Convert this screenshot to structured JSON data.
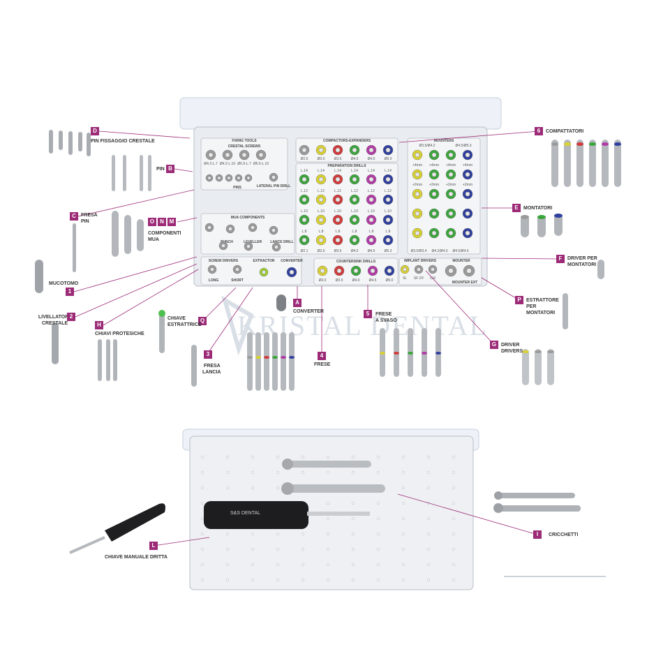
{
  "watermark": "KRISTAL DENTAL",
  "colors": {
    "accent": "#9c2a77",
    "ring_yellow": "#d9d230",
    "ring_green": "#3aa53a",
    "ring_red": "#d23a3a",
    "ring_magenta": "#b23aa6",
    "ring_blue": "#2f3f9e",
    "ring_grey": "#9a9a9a",
    "ring_lime": "#9bcf2e"
  },
  "callouts": {
    "D": {
      "badge": "D",
      "text": "PIN FISSAGGIO CRESTALE"
    },
    "B": {
      "badge": "B",
      "text": "PIN"
    },
    "C": {
      "badge": "C",
      "text1": "FRESA",
      "text2": "PIN"
    },
    "ONM": {
      "b1": "O",
      "b2": "N",
      "b3": "M",
      "text1": "COMPONENTI",
      "text2": "MUA"
    },
    "one": {
      "badge": "1",
      "text": "MUCOTOMO"
    },
    "two": {
      "badge": "2",
      "text1": "LIVELLATORE",
      "text2": "CRESTALE"
    },
    "H": {
      "badge": "H",
      "text": "CHIAVI PROTESICHE"
    },
    "Q": {
      "badge": "Q",
      "text1": "CHIAVE",
      "text2": "ESTRATTRICE"
    },
    "three": {
      "badge": "3",
      "text1": "FRESA",
      "text2": "LANCIA"
    },
    "A": {
      "badge": "A",
      "text": "CONVERTER"
    },
    "four": {
      "badge": "4",
      "text": "FRESE"
    },
    "five": {
      "badge": "5",
      "text1": "FRESE",
      "text2": "A SVASO"
    },
    "six": {
      "badge": "6",
      "text": "COMPATTATORI"
    },
    "E": {
      "badge": "E",
      "text": "MONTATORI"
    },
    "F": {
      "badge": "F",
      "text1": "DRIVER PER",
      "text2": "MONTATORI"
    },
    "P": {
      "badge": "P",
      "text1": "ESTRATTORE",
      "text2": "PER",
      "text3": "MONTATORI"
    },
    "G": {
      "badge": "G",
      "text1": "DRIVER",
      "text2": "DRIVERS"
    },
    "I": {
      "badge": "I",
      "text": "CRICCHETTI"
    },
    "L": {
      "badge": "L",
      "text": "CHIAVE MANUALE DRITTA"
    }
  },
  "tray": {
    "fixing_tools": "FIXING TOOLS",
    "crestal_screws": "CRESTAL SCREWS",
    "screw_labels": [
      "Ø4.2-L.7",
      "Ø4.2-L.10",
      "Ø5.5-L.7",
      "Ø5.5-L.10"
    ],
    "pins": "PINS",
    "lateral_pin_drill": "LATERAL PIN DRILL",
    "mua_components": "MUA COMPONENTS",
    "punch": "PUNCH",
    "leveller": "LEVELLER",
    "lance_drill": "LANCE DRILL",
    "screw_drivers": "SCREW DRIVERS",
    "long": "LONG",
    "short": "SHORT",
    "extractor": "EXTRACTOR",
    "converter": "CONVERTER",
    "compactors": "COMPACTORS-EXPANDERS",
    "compactor_sizes": [
      "Ø2.5",
      "Ø3.0",
      "Ø3.5",
      "Ø4.0",
      "Ø4.5",
      "Ø5.0"
    ],
    "prep_drills": "PREPARATION DRILLS",
    "length_rows": [
      "L.14",
      "L.12",
      "L.10",
      "L.8"
    ],
    "drill_sizes": [
      "Ø2.1",
      "Ø3.0",
      "Ø3.5",
      "Ø4.0",
      "Ø4.5",
      "Ø5.3"
    ],
    "countersink": "COUNTERSINK DRILLS",
    "countersink_sizes": [
      "Ø3.0",
      "Ø3.5",
      "Ø4.0",
      "Ø4.5",
      "Ø5.0"
    ],
    "mounters": "MOUNTERS",
    "mounter_head1": "Ø3.5/Ø4.2",
    "mounter_head2": "Ø4.5/Ø5.3",
    "mounter_rows": [
      "+4mm",
      "+2mm"
    ],
    "mounter_foot": [
      "Ø3.5/Ø3.4",
      "Ø4.2/Ø4.0",
      "Ø4.5/Ø4.5"
    ],
    "implant_drivers": "IMPLANT DRIVERS",
    "driver_labels": [
      "SL",
      "SF-2V",
      "C/4"
    ],
    "mounter": "MOUNTER",
    "mounter_ext": "MOUNTER EXT"
  },
  "handle_brand": "S&S DENTAL"
}
